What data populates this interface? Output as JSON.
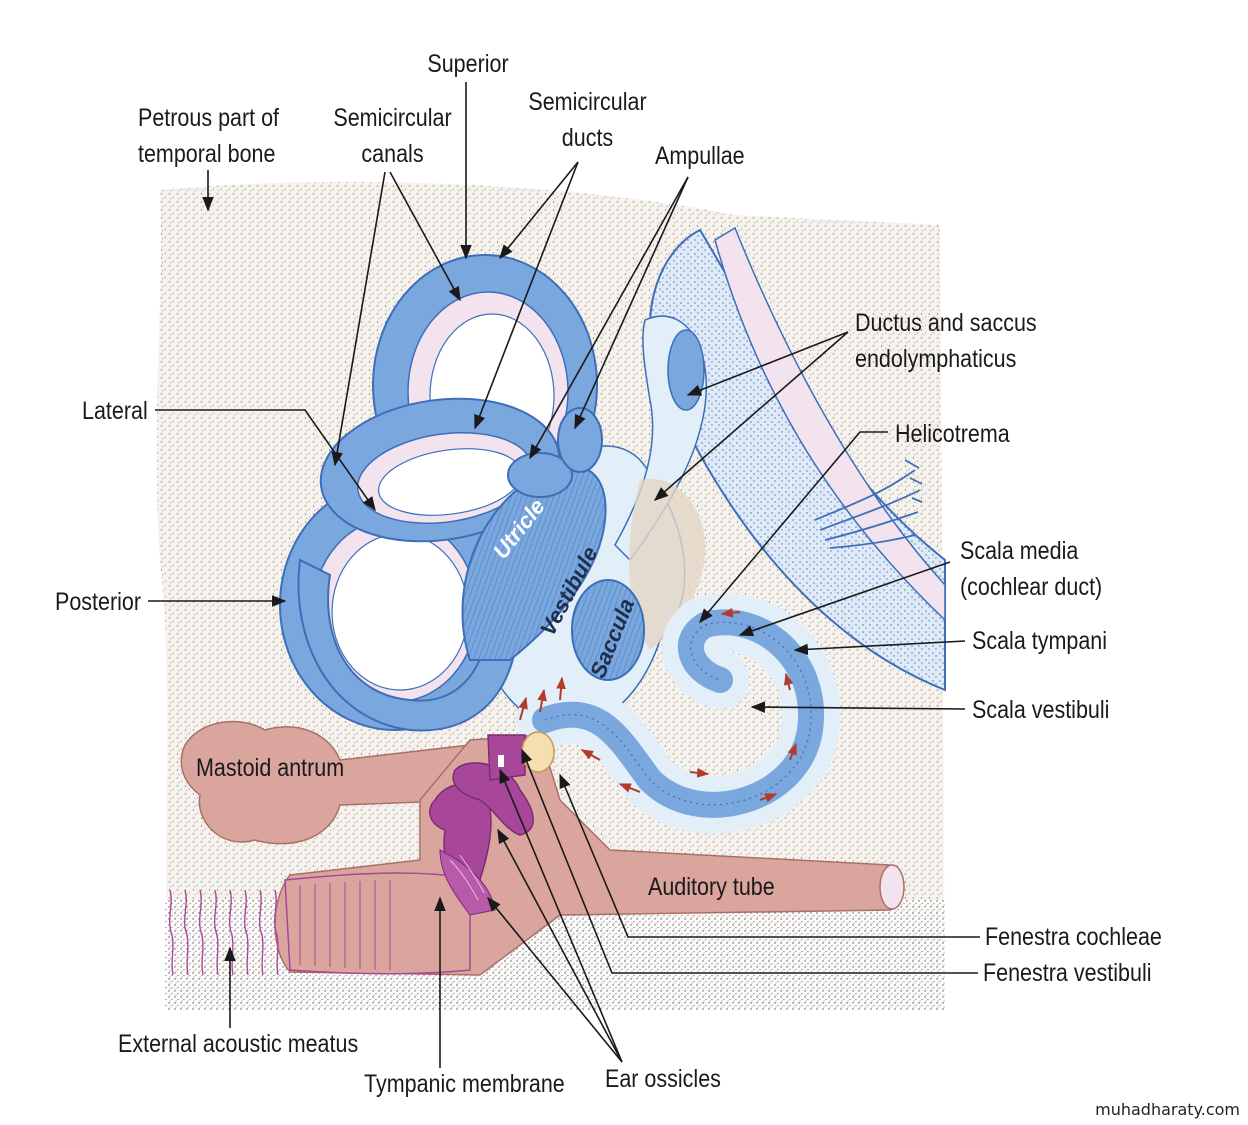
{
  "labels": {
    "superior": "Superior",
    "petrous": [
      "Petrous part of",
      "temporal bone"
    ],
    "semicircular_canals": [
      "Semicircular",
      "canals"
    ],
    "semicircular_ducts": [
      "Semicircular",
      "ducts"
    ],
    "ampullae": "Ampullae",
    "ductus": [
      "Ductus and saccus",
      "endolymphaticus"
    ],
    "lateral": "Lateral",
    "helicotrema": "Helicotrema",
    "posterior": "Posterior",
    "scala_media": [
      "Scala media",
      "(cochlear duct)"
    ],
    "scala_tympani": "Scala tympani",
    "scala_vestibuli": "Scala vestibuli",
    "mastoid_antrum": "Mastoid antrum",
    "auditory_tube": "Auditory tube",
    "fenestra_cochleae": "Fenestra cochleae",
    "fenestra_vestibuli": "Fenestra vestibuli",
    "external_acoustic_meatus": "External acoustic meatus",
    "tympanic_membrane": "Tympanic membrane",
    "ear_ossicles": "Ear ossicles",
    "utricle": "Utricle",
    "vestibule": "Vestibule",
    "saccula": "Saccula"
  },
  "credit": "muhadharaty.com",
  "colors": {
    "membranous_blue": "#7aa7dd",
    "blue_stroke": "#3d6fb8",
    "perilymph_pink": "#f3e3ee",
    "tympanic_cavity": "#d9a59d",
    "ossicle_purple": "#a8479a",
    "bone_stipple": "#9a8a7a",
    "arrow_red": "#b23b2b"
  }
}
